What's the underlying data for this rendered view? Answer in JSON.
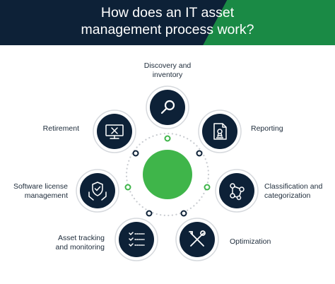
{
  "title": {
    "line1": "How does an IT asset",
    "line2": "management process work?"
  },
  "colors": {
    "header_bg": "#0d2137",
    "accent_green": "#1a8a45",
    "center_circle": "#3fb54a",
    "node_fill": "#0d2137",
    "dot_ring": "#c9ccd1"
  },
  "steps": [
    {
      "label": "Discovery and\ninventory",
      "icon": "magnifier-icon"
    },
    {
      "label": "Reporting",
      "icon": "document-icon"
    },
    {
      "label": "Classification and\ncategorization",
      "icon": "network-icon"
    },
    {
      "label": "Optimization",
      "icon": "tools-icon"
    },
    {
      "label": "Asset tracking\nand monitoring",
      "icon": "checklist-icon"
    },
    {
      "label": "Software license\nmanagement",
      "icon": "shield-hands-icon"
    },
    {
      "label": "Retirement",
      "icon": "monitor-icon"
    }
  ]
}
